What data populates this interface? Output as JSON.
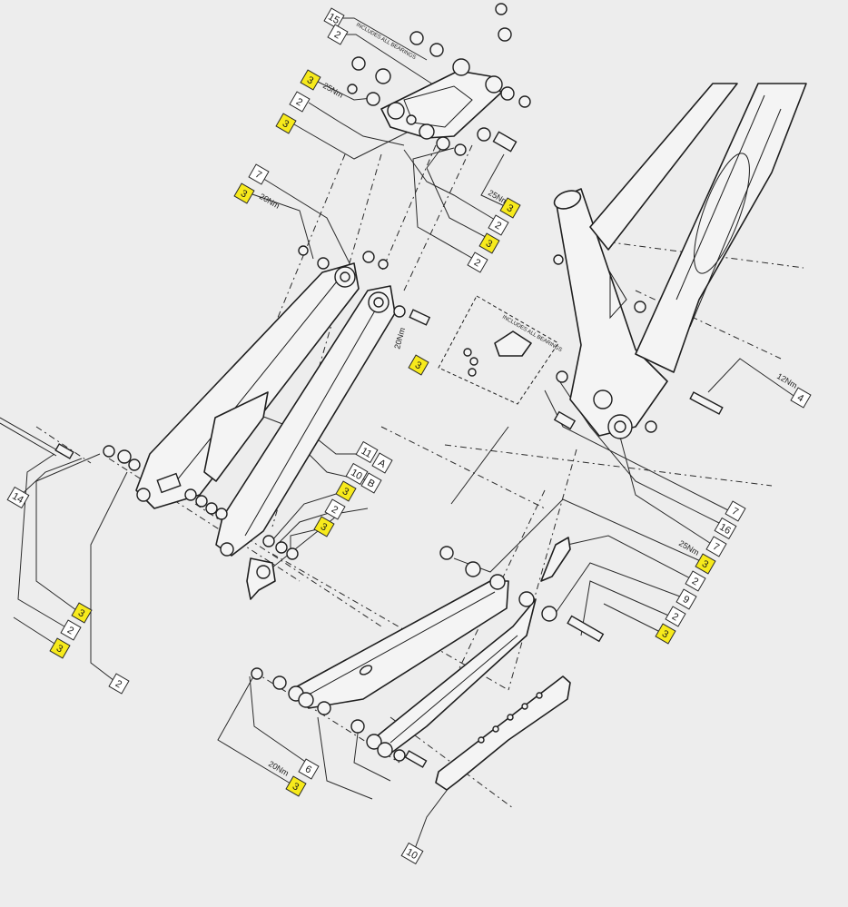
{
  "callouts": [
    {
      "id": "c-15",
      "text": "15",
      "style": "plain"
    },
    {
      "id": "c-2-top",
      "text": "2",
      "style": "plain"
    },
    {
      "id": "c-3-a",
      "text": "3",
      "style": "yellow"
    },
    {
      "id": "c-2-b",
      "text": "2",
      "style": "plain"
    },
    {
      "id": "c-3-b",
      "text": "3",
      "style": "yellow"
    },
    {
      "id": "c-7-a",
      "text": "7",
      "style": "plain"
    },
    {
      "id": "c-3-c",
      "text": "3",
      "style": "yellow"
    },
    {
      "id": "c-2-c",
      "text": "2",
      "style": "plain"
    },
    {
      "id": "c-3-d",
      "text": "3",
      "style": "yellow"
    },
    {
      "id": "c-3-e",
      "text": "3",
      "style": "yellow"
    },
    {
      "id": "c-2-d",
      "text": "2",
      "style": "plain"
    },
    {
      "id": "c-3-f",
      "text": "3",
      "style": "yellow"
    },
    {
      "id": "c-4",
      "text": "4",
      "style": "plain"
    },
    {
      "id": "c-11",
      "text": "11",
      "style": "plain"
    },
    {
      "id": "c-A",
      "text": "A",
      "style": "plain"
    },
    {
      "id": "c-10-a",
      "text": "10",
      "style": "plain"
    },
    {
      "id": "c-B",
      "text": "B",
      "style": "plain"
    },
    {
      "id": "c-3-g",
      "text": "3",
      "style": "yellow"
    },
    {
      "id": "c-2-e",
      "text": "2",
      "style": "plain"
    },
    {
      "id": "c-3-h",
      "text": "3",
      "style": "yellow"
    },
    {
      "id": "c-14",
      "text": "14",
      "style": "plain"
    },
    {
      "id": "c-7-b",
      "text": "7",
      "style": "plain"
    },
    {
      "id": "c-16",
      "text": "16",
      "style": "plain"
    },
    {
      "id": "c-7-c",
      "text": "7",
      "style": "plain"
    },
    {
      "id": "c-3-i",
      "text": "3",
      "style": "yellow"
    },
    {
      "id": "c-2-f",
      "text": "2",
      "style": "plain"
    },
    {
      "id": "c-9",
      "text": "9",
      "style": "plain"
    },
    {
      "id": "c-2-g",
      "text": "2",
      "style": "plain"
    },
    {
      "id": "c-3-j",
      "text": "3",
      "style": "yellow"
    },
    {
      "id": "c-3-k",
      "text": "3",
      "style": "yellow"
    },
    {
      "id": "c-2-h",
      "text": "2",
      "style": "plain"
    },
    {
      "id": "c-3-l",
      "text": "3",
      "style": "yellow"
    },
    {
      "id": "c-2-i",
      "text": "2",
      "style": "plain"
    },
    {
      "id": "c-6",
      "text": "6",
      "style": "plain"
    },
    {
      "id": "c-3-m",
      "text": "3",
      "style": "yellow"
    },
    {
      "id": "c-10-b",
      "text": "10",
      "style": "plain"
    }
  ],
  "torques": [
    {
      "id": "t-25-top",
      "text": "25Nm"
    },
    {
      "id": "t-20-upper",
      "text": "20Nm"
    },
    {
      "id": "t-25-right",
      "text": "25Nm"
    },
    {
      "id": "t-20-mid",
      "text": "20Nm"
    },
    {
      "id": "t-12",
      "text": "12Nm"
    },
    {
      "id": "t-25-lower",
      "text": "25Nm"
    },
    {
      "id": "t-20-bottom",
      "text": "20Nm"
    }
  ],
  "notes": [
    {
      "id": "n-bearings-top",
      "text": "INCLUDES ALL BEARINGS"
    },
    {
      "id": "n-bearings-mid",
      "text": "INCLUDES ALL BEARINGS"
    }
  ],
  "colors": {
    "background": "#ededed",
    "highlight": "#f7ea1c",
    "ink": "#1e1e1e"
  }
}
